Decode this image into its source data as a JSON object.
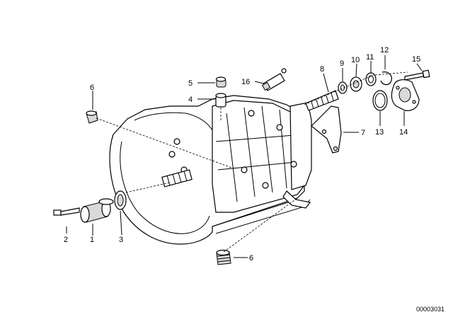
{
  "callouts": [
    {
      "id": "c1",
      "label": "1"
    },
    {
      "id": "c2",
      "label": "2"
    },
    {
      "id": "c3",
      "label": "3"
    },
    {
      "id": "c4",
      "label": "4"
    },
    {
      "id": "c5",
      "label": "5"
    },
    {
      "id": "c6a",
      "label": "6"
    },
    {
      "id": "c6b",
      "label": "6"
    },
    {
      "id": "c7",
      "label": "7"
    },
    {
      "id": "c8",
      "label": "8"
    },
    {
      "id": "c9",
      "label": "9"
    },
    {
      "id": "c10",
      "label": "10"
    },
    {
      "id": "c11",
      "label": "11"
    },
    {
      "id": "c12",
      "label": "12"
    },
    {
      "id": "c13",
      "label": "13"
    },
    {
      "id": "c14",
      "label": "14"
    },
    {
      "id": "c15",
      "label": "15"
    },
    {
      "id": "c16",
      "label": "16"
    }
  ],
  "reference_number": "00003031"
}
